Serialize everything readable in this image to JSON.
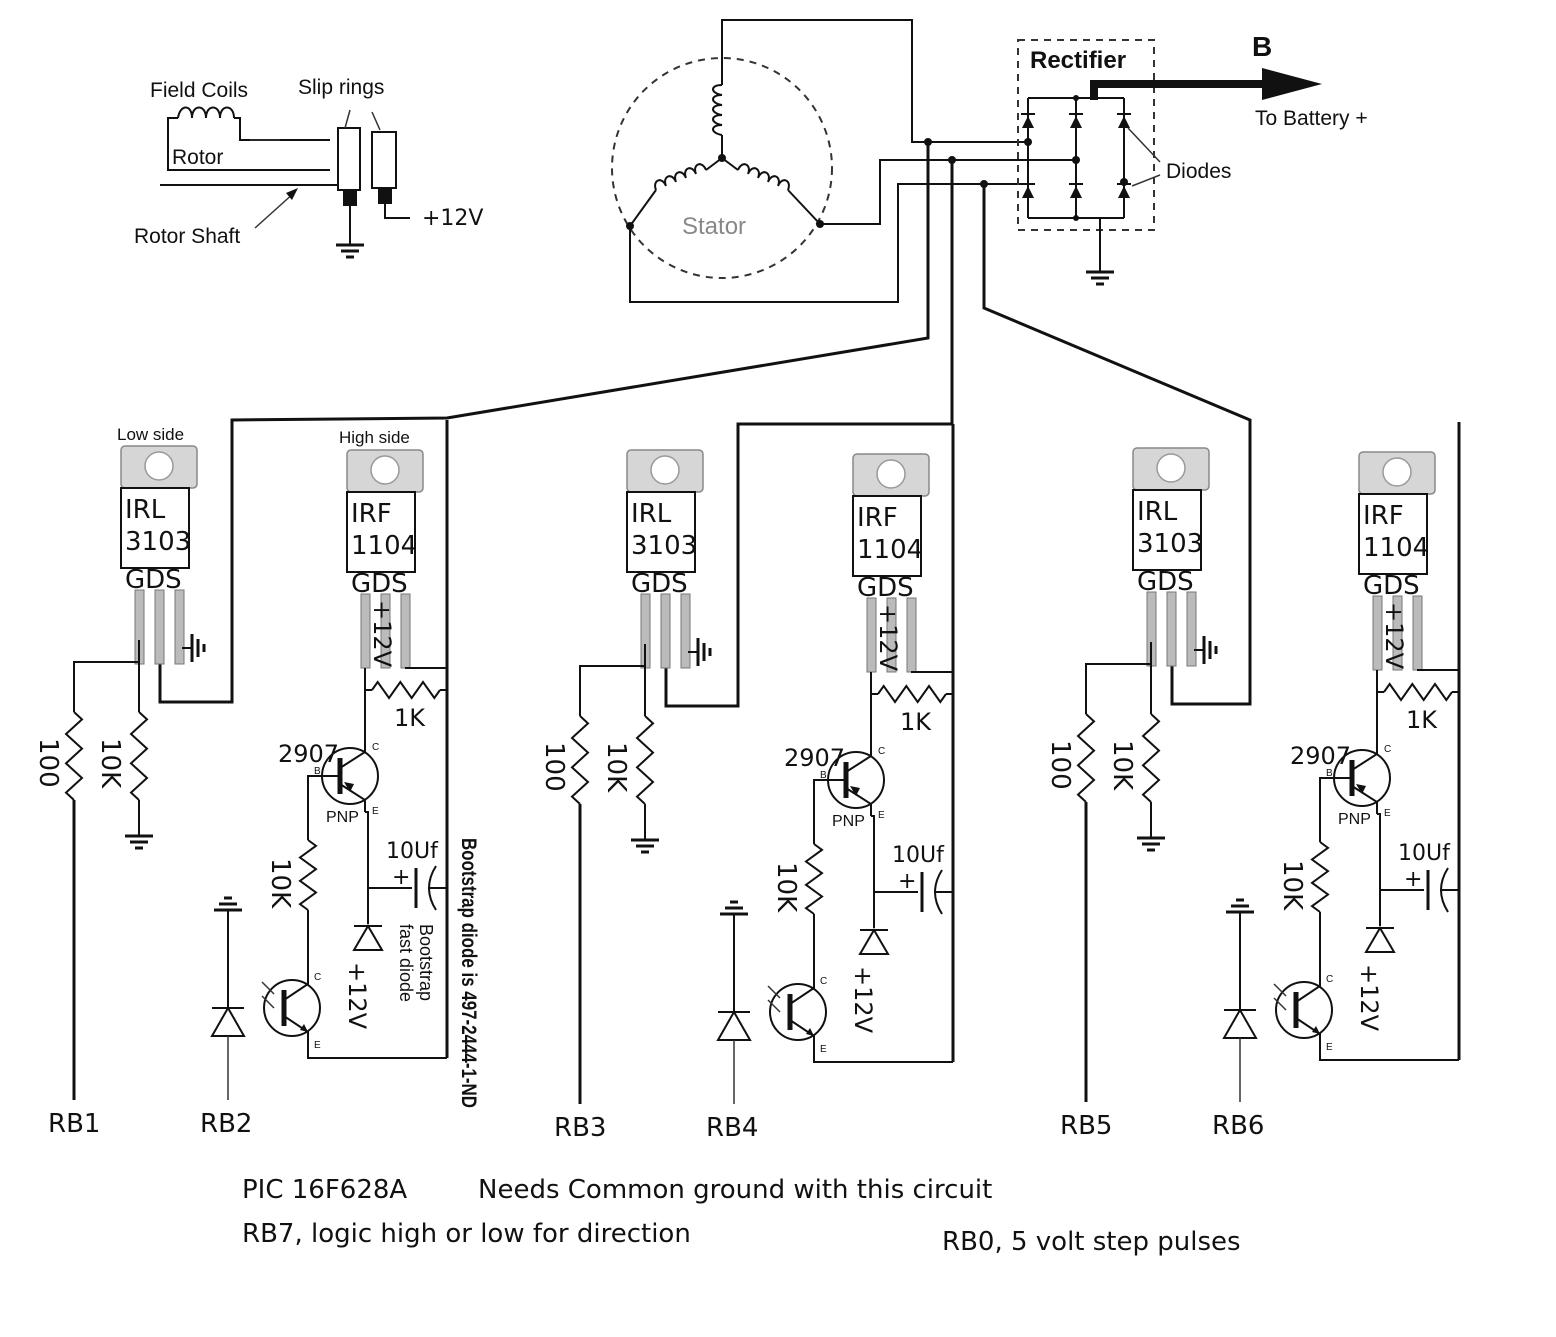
{
  "generator": {
    "field_coils": "Field Coils",
    "slip_rings": "Slip rings",
    "rotor": "Rotor",
    "rotor_shaft": "Rotor Shaft",
    "supply": "+12V",
    "stator": "Stator",
    "rectifier": "Rectifier",
    "output_label": "B",
    "output_desc": "To Battery +",
    "diodes": "Diodes"
  },
  "stages": [
    {
      "low_side_label": "Low side",
      "high_side_label": "High side",
      "low_fet": {
        "line1": "IRL",
        "line2": "3103",
        "pins": "GDS"
      },
      "high_fet": {
        "line1": "IRF",
        "line2": "1104",
        "pins": "GDS"
      },
      "r_gate": "100",
      "r_pulldown": "10K",
      "r_pullup": "1K",
      "transistor": "2907",
      "transistor_type": "PNP",
      "r_base": "10K",
      "cap": "10Uf",
      "supply_drain": "+12V",
      "supply_diode": "+12V",
      "diode_note": "Bootstrap fast diode",
      "low_input": "RB1",
      "high_input": "RB2"
    },
    {
      "low_fet": {
        "line1": "IRL",
        "line2": "3103",
        "pins": "GDS"
      },
      "high_fet": {
        "line1": "IRF",
        "line2": "1104",
        "pins": "GDS"
      },
      "r_gate": "100",
      "r_pulldown": "10K",
      "r_pullup": "1K",
      "transistor": "2907",
      "transistor_type": "PNP",
      "r_base": "10K",
      "cap": "10Uf",
      "supply_drain": "+12V",
      "supply_diode": "+12V",
      "low_input": "RB3",
      "high_input": "RB4"
    },
    {
      "low_fet": {
        "line1": "IRL",
        "line2": "3103",
        "pins": "GDS"
      },
      "high_fet": {
        "line1": "IRF",
        "line2": "1104",
        "pins": "GDS"
      },
      "r_gate": "100",
      "r_pulldown": "10K",
      "r_pullup": "1K",
      "transistor": "2907",
      "transistor_type": "PNP",
      "r_base": "10K",
      "cap": "10Uf",
      "supply_drain": "+12V",
      "supply_diode": "+12V",
      "low_input": "RB5",
      "high_input": "RB6"
    }
  ],
  "bootstrap_part_note": "Bootstrap diode is 497-2444-1-ND",
  "notes": {
    "pic": "PIC 16F628A",
    "common_ground": "Needs Common ground with this circuit",
    "rb7": "RB7, logic high or low for direction",
    "rb0": "RB0, 5 volt step pulses"
  }
}
